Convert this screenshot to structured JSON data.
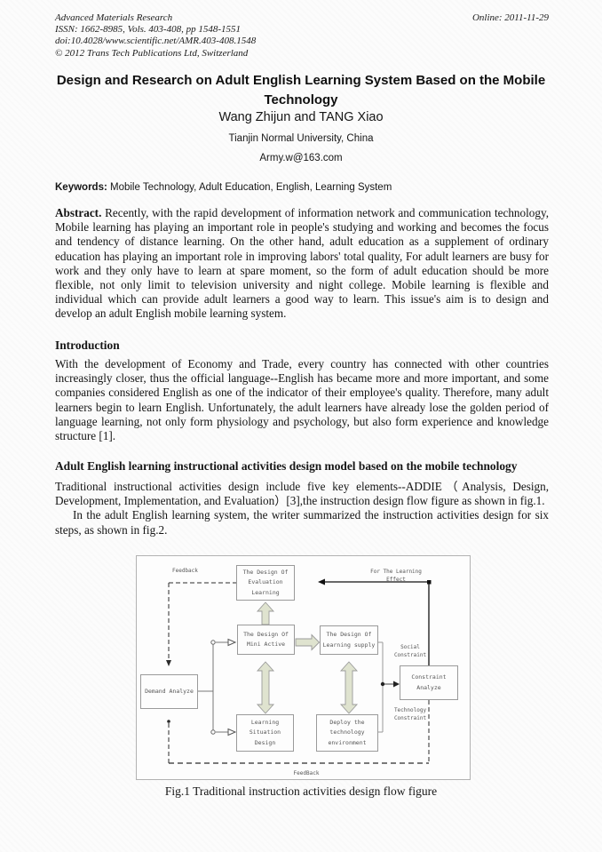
{
  "header": {
    "journal": "Advanced Materials Research",
    "issn_line": "ISSN: 1662-8985, Vols. 403-408, pp 1548-1551",
    "doi_line": "doi:10.4028/www.scientific.net/AMR.403-408.1548",
    "copyright_line": "© 2012 Trans Tech Publications Ltd, Switzerland",
    "online_date": "Online: 2011-11-29"
  },
  "title": "Design and Research on Adult English Learning System Based on the Mobile Technology",
  "authors": "Wang Zhijun and TANG Xiao",
  "affiliation": "Tianjin Normal University, China",
  "email": "Army.w@163.com",
  "keywords_label": "Keywords:",
  "keywords": " Mobile Technology, Adult Education, English, Learning System",
  "abstract_label": "Abstract.",
  "abstract_text": " Recently, with the rapid development of information network and communication technology, Mobile learning has playing an important role in people's studying and working and becomes the focus and tendency of distance learning. On the other hand, adult education as a supplement of ordinary education has playing an important role in improving labors' total quality, For adult learners are busy for work and they only have to learn at spare moment, so the form of adult education should be more flexible, not only limit to television university and night college. Mobile learning is flexible and individual which can provide adult learners a good way to learn. This issue's aim is to design and develop an adult English mobile learning system.",
  "intro": {
    "heading": "Introduction",
    "body": "With the development of Economy and Trade, every country has connected with other countries increasingly closer, thus the official language--English has became more and more important, and some companies considered English as one of the indicator of their employee's quality. Therefore, many adult learners begin to learn English. Unfortunately, the adult learners have already lose the golden period of language learning, not only form physiology and psychology, but also form experience and knowledge structure [1]."
  },
  "model": {
    "heading": "Adult English learning instructional activities design model based on the mobile technology",
    "para1": "Traditional instructional activities design include five key elements--ADDIE（Analysis, Design, Development, Implementation, and Evaluation）[3],the instruction design flow figure as shown in fig.1.",
    "para2": "In the adult English learning system, the writer summarized the instruction activities design for six steps, as shown in fig.2."
  },
  "figure": {
    "caption": "Fig.1 Traditional instruction activities design flow figure",
    "diagram": {
      "colors": {
        "arrow_fill": "#dfe3cf",
        "arrow_stroke": "#9a9a9a"
      },
      "boxes": {
        "evaluation": "The Design Of\nEvaluation Learning",
        "mini_active": "The Design Of\nMini Active",
        "learning_supply": "The Design Of\nLearning supply",
        "demand": "Demand Analyze",
        "situation": "Learning Situation\nDesign",
        "deploy": "Deploy the technology\nenvironment",
        "constraint": "Constraint\nAnalyze"
      },
      "labels": {
        "feedback_top": "Feedback",
        "learning_effect": "For The Learning Effect",
        "social": "Social\nConstraint",
        "technology": "Technology\nConstraint",
        "feedback_bottom": "FeedBack"
      }
    }
  }
}
